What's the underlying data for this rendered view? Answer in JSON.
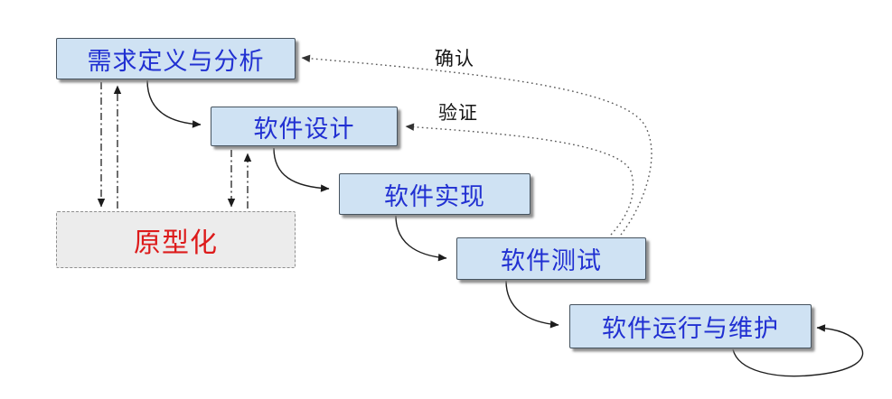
{
  "diagram": {
    "boxes": [
      {
        "id": "requirements",
        "label": "需求定义与分析"
      },
      {
        "id": "design",
        "label": "软件设计"
      },
      {
        "id": "implementation",
        "label": "软件实现"
      },
      {
        "id": "testing",
        "label": "软件测试"
      },
      {
        "id": "operation",
        "label": "软件运行与维护"
      },
      {
        "id": "prototype",
        "label": "原型化"
      }
    ],
    "edge_labels": {
      "confirm": "确认",
      "verify": "验证"
    },
    "arrows": [
      "requirements→design",
      "design→implementation",
      "implementation→testing",
      "testing→operation",
      "operation→operation (self loop)",
      "requirements⇄prototype (dash-dot)",
      "design⇄prototype (dash-dot)",
      "testing→requirements (dotted, 确认)",
      "testing→design (dotted, 验证)"
    ]
  },
  "colors": {
    "background": "#ffffff",
    "box_fill": "#cfe2f3",
    "box_border": "#46535f",
    "box_text": "#2130d2",
    "prototype_fill": "#ececec",
    "prototype_border": "#8f8f8f",
    "prototype_text": "#dd1b1b",
    "arrow": "#1f1f1f",
    "dotted": "#5a5a5a"
  }
}
